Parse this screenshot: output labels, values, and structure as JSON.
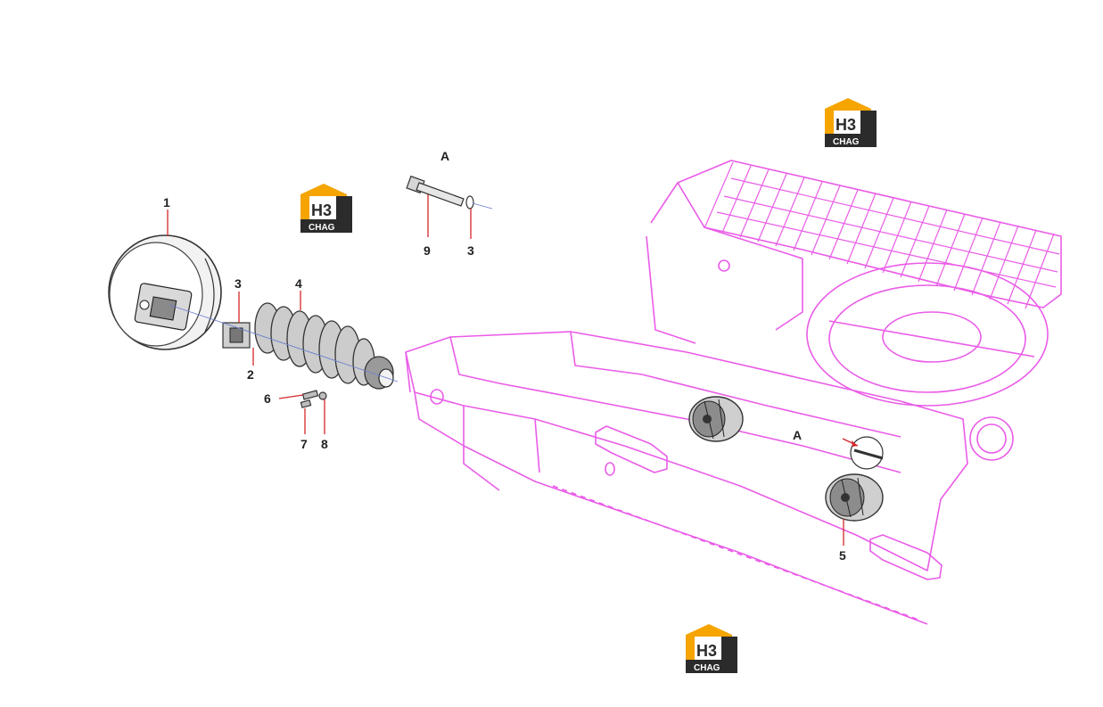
{
  "callouts": {
    "c1": "1",
    "c2": "2",
    "c3a": "3",
    "c3b": "3",
    "c4": "4",
    "c5": "5",
    "c6": "6",
    "c7": "7",
    "c8": "8",
    "c9": "9",
    "detail_a_top": "A",
    "detail_a_frame": "A"
  },
  "watermark": {
    "mark": "H3",
    "word": "CHAG"
  },
  "colors": {
    "undercarriage": "#ea5ce8",
    "parts": "#4a4a4a",
    "leader_red": "#d4262a",
    "logo_orange": "#f5a400",
    "logo_dark": "#2b2b2b"
  }
}
